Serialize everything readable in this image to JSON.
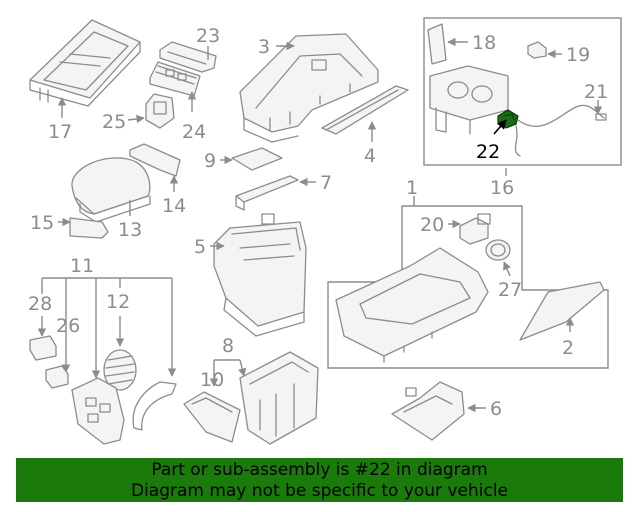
{
  "callouts": {
    "n1": "1",
    "n2": "2",
    "n3": "3",
    "n4": "4",
    "n5": "5",
    "n6": "6",
    "n7": "7",
    "n8": "8",
    "n9": "9",
    "n10": "10",
    "n11": "11",
    "n12": "12",
    "n13": "13",
    "n14": "14",
    "n15": "15",
    "n16": "16",
    "n17": "17",
    "n18": "18",
    "n19": "19",
    "n20": "20",
    "n21": "21",
    "n22": "22",
    "n23": "23",
    "n24": "24",
    "n25": "25",
    "n26": "26",
    "n27": "27",
    "n28": "28"
  },
  "highlight": {
    "part": "22",
    "color": "#1a6b12"
  },
  "banner": {
    "line1": "Part or sub-assembly is #22 in diagram",
    "line2": "Diagram may not be specific to your vehicle",
    "background": "#1a7a0a"
  }
}
